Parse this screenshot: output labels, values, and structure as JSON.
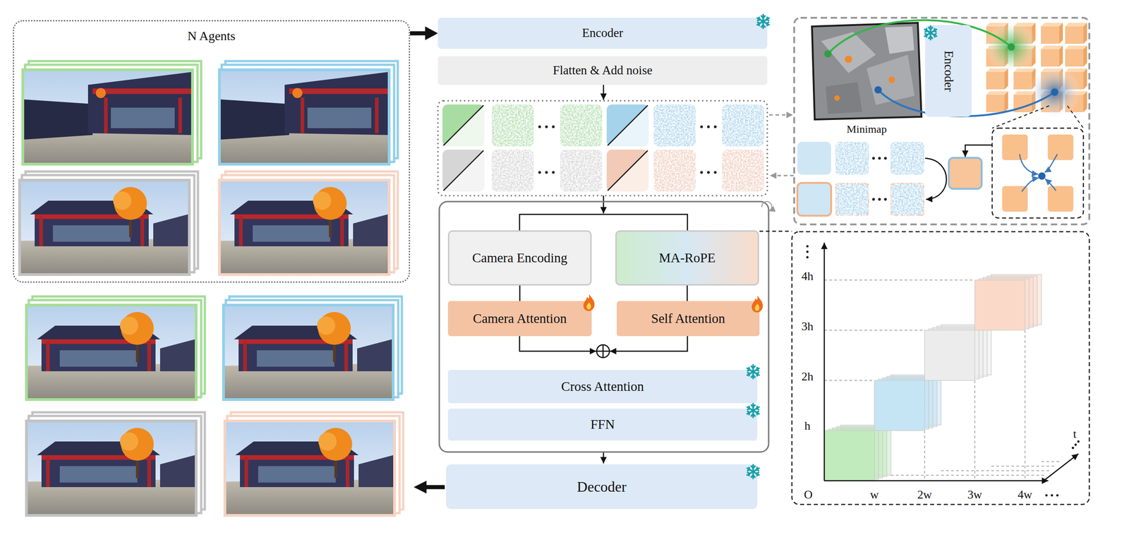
{
  "diagram": {
    "nodes": [
      {
        "text": [
          "N Agents"
        ]
      },
      {
        "text": [
          "Encoder"
        ]
      },
      {
        "text": [
          "Flatten & Add noise"
        ]
      },
      {
        "text": [
          "Camera Encoding"
        ]
      },
      {
        "text": [
          "MA-RoPE"
        ]
      },
      {
        "text": [
          "Camera Attention"
        ]
      },
      {
        "text": [
          "Self Attention"
        ]
      },
      {
        "text": [
          "Cross Attention"
        ]
      },
      {
        "text": [
          "FFN"
        ]
      },
      {
        "text": [
          "Decoder"
        ]
      },
      {
        "text": [
          "Minimap"
        ]
      },
      {
        "text": [
          "Encoder"
        ]
      }
    ],
    "edges": [
      {
        "from": 0,
        "to": 1,
        "arrow": "to"
      },
      {
        "from": 3,
        "to": 5,
        "arrow": "none"
      },
      {
        "from": 4,
        "to": 6,
        "arrow": "none"
      }
    ],
    "labels": [
      "4h",
      "3h",
      "2h",
      "h",
      "O",
      "w",
      "2w",
      "3w",
      "4w",
      "t"
    ]
  }
}
